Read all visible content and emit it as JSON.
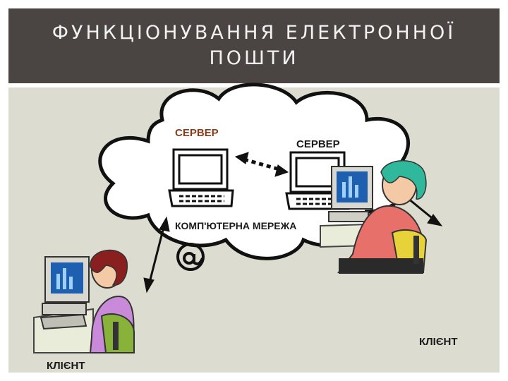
{
  "slide": {
    "title_line1": "ФУНКЦІОНУВАННЯ ЕЛЕКТРОННОЇ",
    "title_line2": "ПОШТИ"
  },
  "diagram": {
    "server_left_label": "СЕРВЕР",
    "server_right_label": "СЕРВЕР",
    "network_label": "КОМП'ЮТЕРНА МЕРЕЖА",
    "client_left_label": "КЛІЄНТ",
    "client_right_label": "КЛІЄНТ"
  },
  "colors": {
    "title_bar": "#4a4442",
    "canvas": "#dcdcd0",
    "server_left_label": "#8b3a1a",
    "label_dark": "#1a1a1a",
    "cloud_fill": "#ffffff",
    "outline": "#111111"
  }
}
